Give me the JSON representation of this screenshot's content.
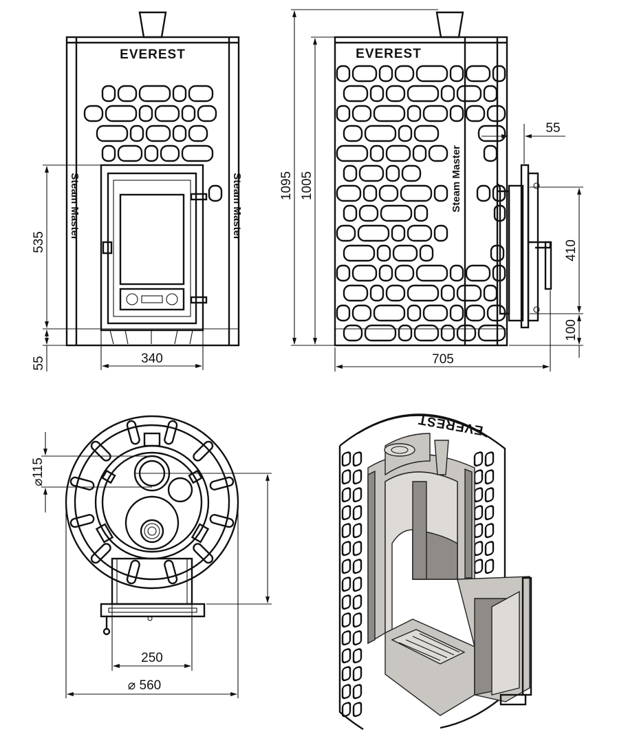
{
  "brand": {
    "name": "EVEREST",
    "model": "Steam Master"
  },
  "dimensions": {
    "front_door_height": "535",
    "front_base_height": "55",
    "front_door_width": "340",
    "side_total_height": "1095",
    "side_body_height": "1005",
    "side_handle_offset": "55",
    "side_door_height": "410",
    "side_door_bottom": "100",
    "side_total_depth": "705",
    "top_chimney_diameter": "⌀115",
    "top_tunnel_width": "250",
    "top_body_diameter": "⌀ 560"
  },
  "views": [
    "front-view",
    "side-view",
    "top-view",
    "cutaway-3d-view"
  ],
  "colors": {
    "line": "#111111",
    "cut_surface": "#c9c6c2",
    "cut_dark": "#8f8b87"
  }
}
